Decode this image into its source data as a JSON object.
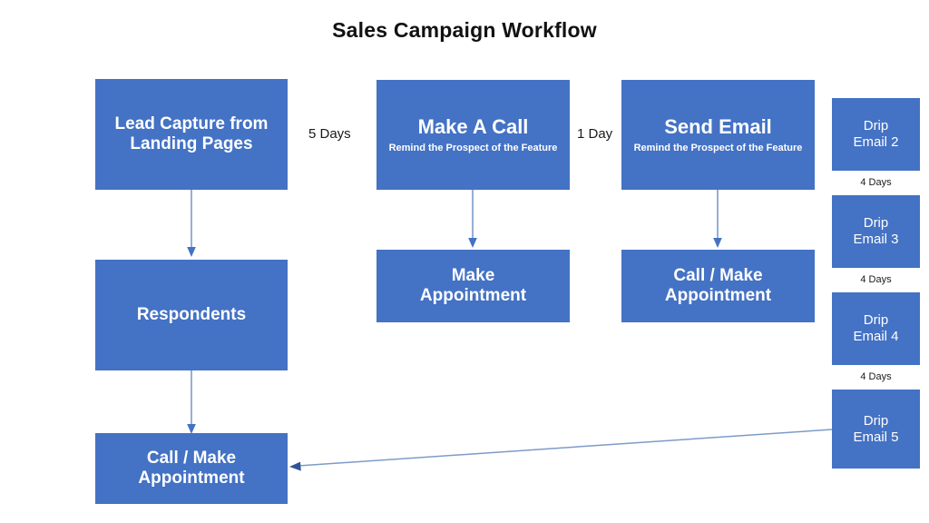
{
  "diagram": {
    "title": "Sales Campaign Workflow",
    "accent_color": "#4472C4",
    "connector_color": "#7D9BC9",
    "background_color": "#FFFFFF"
  },
  "columns": {
    "lead_flow": {
      "boxes": [
        {
          "label": "Lead Capture from\nLanding Pages"
        },
        {
          "label": "Respondents"
        },
        {
          "label": "Call / Make\nAppointment"
        }
      ]
    },
    "call_flow": {
      "boxes": [
        {
          "label": "Make A Call",
          "sub": "Remind the Prospect of the Feature"
        },
        {
          "label": "Make\nAppointment"
        }
      ]
    },
    "email_flow": {
      "boxes": [
        {
          "label": "Send Email",
          "sub": "Remind the Prospect of the Feature"
        },
        {
          "label": "Call / Make\nAppointment"
        }
      ]
    },
    "drip_flow": {
      "boxes": [
        {
          "label": "Drip\nEmail 2"
        },
        {
          "label": "Drip\nEmail 3"
        },
        {
          "label": "Drip\nEmail 4"
        },
        {
          "label": "Drip\nEmail 5"
        }
      ],
      "delays": [
        "4 Days",
        "4 Days",
        "4 Days"
      ]
    }
  },
  "delay_labels": {
    "lead_to_call": "5 Days",
    "call_to_email": "1 Day"
  }
}
